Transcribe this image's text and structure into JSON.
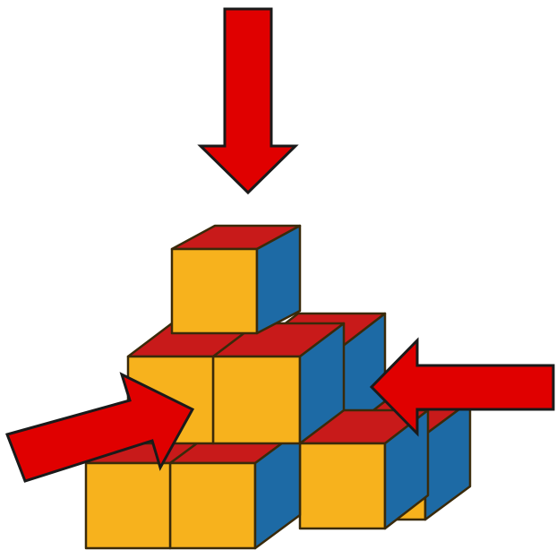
{
  "colors": {
    "arrow": "#e00000",
    "cube_front": "#f7b21d",
    "cube_top": "#c81a1a",
    "cube_side": "#1d6aa5",
    "outline": "#3a2a0a"
  },
  "structure": {
    "cube_count": 8,
    "cubes": [
      {
        "id": "back-bottom-right",
        "col": 3,
        "row": 0,
        "depth": 1
      },
      {
        "id": "back-bottom-middle",
        "col": 2,
        "row": 0,
        "depth": 1
      },
      {
        "id": "back-middle",
        "col": 2,
        "row": 1,
        "depth": 1
      },
      {
        "id": "front-bottom-left",
        "col": 0,
        "row": 0,
        "depth": 0
      },
      {
        "id": "front-bottom-center",
        "col": 1,
        "row": 0,
        "depth": 0
      },
      {
        "id": "front-bottom-right",
        "col": 2,
        "row": 0,
        "depth": 0
      },
      {
        "id": "front-middle-left",
        "col": 0,
        "row": 1,
        "depth": 0
      },
      {
        "id": "front-middle-center",
        "col": 1,
        "row": 1,
        "depth": 0
      },
      {
        "id": "front-top",
        "col": 0,
        "row": 2,
        "depth": 0
      }
    ]
  },
  "arrows": [
    {
      "id": "arrow-top",
      "direction": "down"
    },
    {
      "id": "arrow-left",
      "direction": "up-right"
    },
    {
      "id": "arrow-right",
      "direction": "left"
    }
  ]
}
